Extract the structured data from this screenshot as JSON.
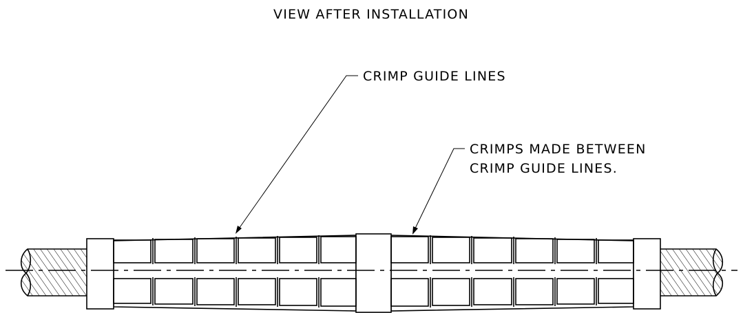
{
  "diagram": {
    "title": "VIEW AFTER INSTALLATION",
    "callouts": [
      {
        "lines": [
          "CRIMP GUIDE LINES"
        ]
      },
      {
        "lines": [
          "CRIMPS MADE BETWEEN",
          "CRIMP GUIDE LINES."
        ]
      }
    ],
    "colors": {
      "line": "#000000",
      "background": "#ffffff"
    }
  }
}
